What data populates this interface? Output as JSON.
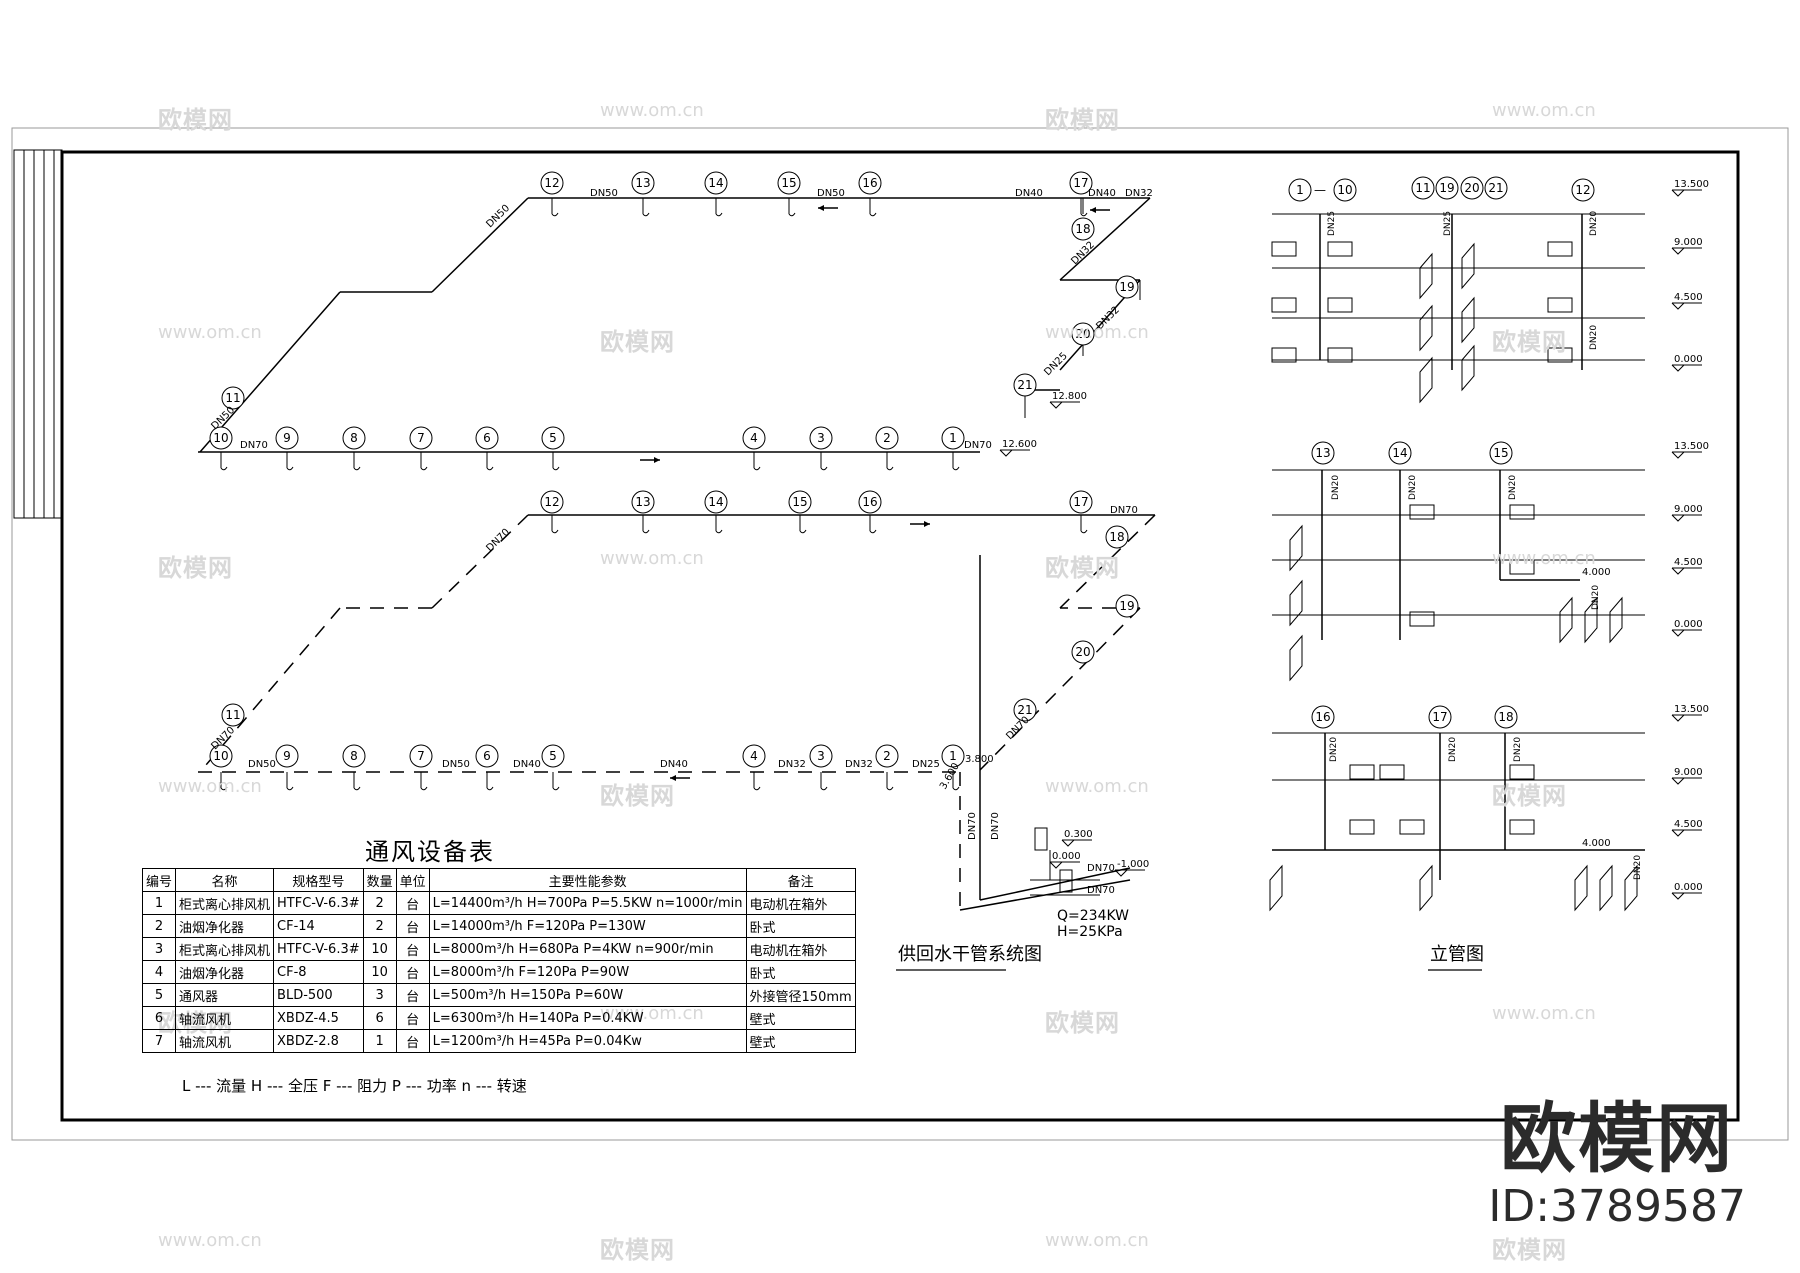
{
  "watermarks": {
    "cn": "欧模网",
    "url": "www.om.cn"
  },
  "brand": {
    "name": "欧模网",
    "id": "ID:3789587"
  },
  "plan": {
    "upper_top_nodes": [
      "12",
      "13",
      "14",
      "15",
      "16",
      "17"
    ],
    "upper_node_18": "18",
    "upper_right_nodes": [
      "19",
      "20",
      "21"
    ],
    "upper_left_node": "11",
    "upper_bottom_nodes": [
      "10",
      "9",
      "8",
      "7",
      "6",
      "5",
      "4",
      "3",
      "2",
      "1"
    ],
    "upper_labels": {
      "dn50_diag": "DN50",
      "dn50_top": "DN50",
      "dn50_top2": "DN50",
      "dn40_top": "DN40",
      "dn40_right": "DN40",
      "dn32_right": "DN32",
      "dn32_r2": "DN32",
      "dn32_r3": "DN32",
      "dn25_r": "DN25",
      "dn50_left": "DN50",
      "dn70_bottom": "DN70",
      "dn70_end": "DN70",
      "elev_1": "12.800",
      "elev_2": "12.600"
    },
    "lower_top_nodes": [
      "12",
      "13",
      "14",
      "15",
      "16",
      "17"
    ],
    "lower_node_18": "18",
    "lower_right_nodes": [
      "19",
      "20",
      "21"
    ],
    "lower_left_node": "11",
    "lower_bottom_nodes": [
      "10",
      "9",
      "8",
      "7",
      "6",
      "5",
      "4",
      "3",
      "2",
      "1"
    ],
    "lower_labels": {
      "dn70_diag": "DN70",
      "dn70_top": "DN70",
      "dn70_left": "DN70",
      "dn70_right": "DN70",
      "dn50_b": "DN50",
      "dn50_b2": "DN50",
      "dn40_b": "DN40",
      "dn40_b2": "DN40",
      "dn32_b": "DN32",
      "dn32_b2": "DN32",
      "dn25_b": "DN25",
      "elev_1": "3.800",
      "elev_2": "3.600",
      "dn70_v1": "DN70",
      "dn70_v2": "DN70",
      "elev_3": "0.300",
      "elev_4": "0.000",
      "elev_5": "-1.000",
      "dn70_h1": "DN70",
      "dn70_h2": "DN70"
    },
    "source": {
      "q": "Q=234KW",
      "h": "H=25KPa"
    },
    "caption": "供回水干管系统图"
  },
  "risers": {
    "group1_labels": [
      "1",
      "10",
      "11",
      "19",
      "20",
      "21",
      "12"
    ],
    "group2_labels": [
      "13",
      "14",
      "15"
    ],
    "group3_labels": [
      "16",
      "17",
      "18"
    ],
    "elevations": [
      "13.500",
      "9.000",
      "4.500",
      "0.000"
    ],
    "elev_4000": "4.000",
    "pipe_labels": {
      "dn25": "DN25",
      "dn20": "DN20"
    },
    "caption": "立管图"
  },
  "equipment_table": {
    "title": "通风设备表",
    "headers": [
      "编号",
      "名称",
      "规格型号",
      "数量",
      "单位",
      "主要性能参数",
      "备注"
    ],
    "rows": [
      [
        "1",
        "柜式离心排风机",
        "HTFC-V-6.3#",
        "2",
        "台",
        "L=14400m³/h  H=700Pa  P=5.5KW  n=1000r/min",
        "电动机在箱外"
      ],
      [
        "2",
        "油烟净化器",
        "CF-14",
        "2",
        "台",
        "L=14000m³/h  F=120Pa  P=130W",
        "卧式"
      ],
      [
        "3",
        "柜式离心排风机",
        "HTFC-V-6.3#",
        "10",
        "台",
        "L=8000m³/h  H=680Pa  P=4KW  n=900r/min",
        "电动机在箱外"
      ],
      [
        "4",
        "油烟净化器",
        "CF-8",
        "10",
        "台",
        "L=8000m³/h  F=120Pa  P=90W",
        "卧式"
      ],
      [
        "5",
        "通风器",
        "BLD-500",
        "3",
        "台",
        "L=500m³/h  H=150Pa  P=60W",
        "外接管径150mm"
      ],
      [
        "6",
        "轴流风机",
        "XBDZ-4.5",
        "6",
        "台",
        "L=6300m³/h  H=140Pa  P=0.4KW",
        "壁式"
      ],
      [
        "7",
        "轴流风机",
        "XBDZ-2.8",
        "1",
        "台",
        "L=1200m³/h  H=45Pa  P=0.04Kw",
        "壁式"
      ]
    ],
    "legend": "L --- 流量   H --- 全压   F --- 阻力   P --- 功率   n --- 转速"
  }
}
